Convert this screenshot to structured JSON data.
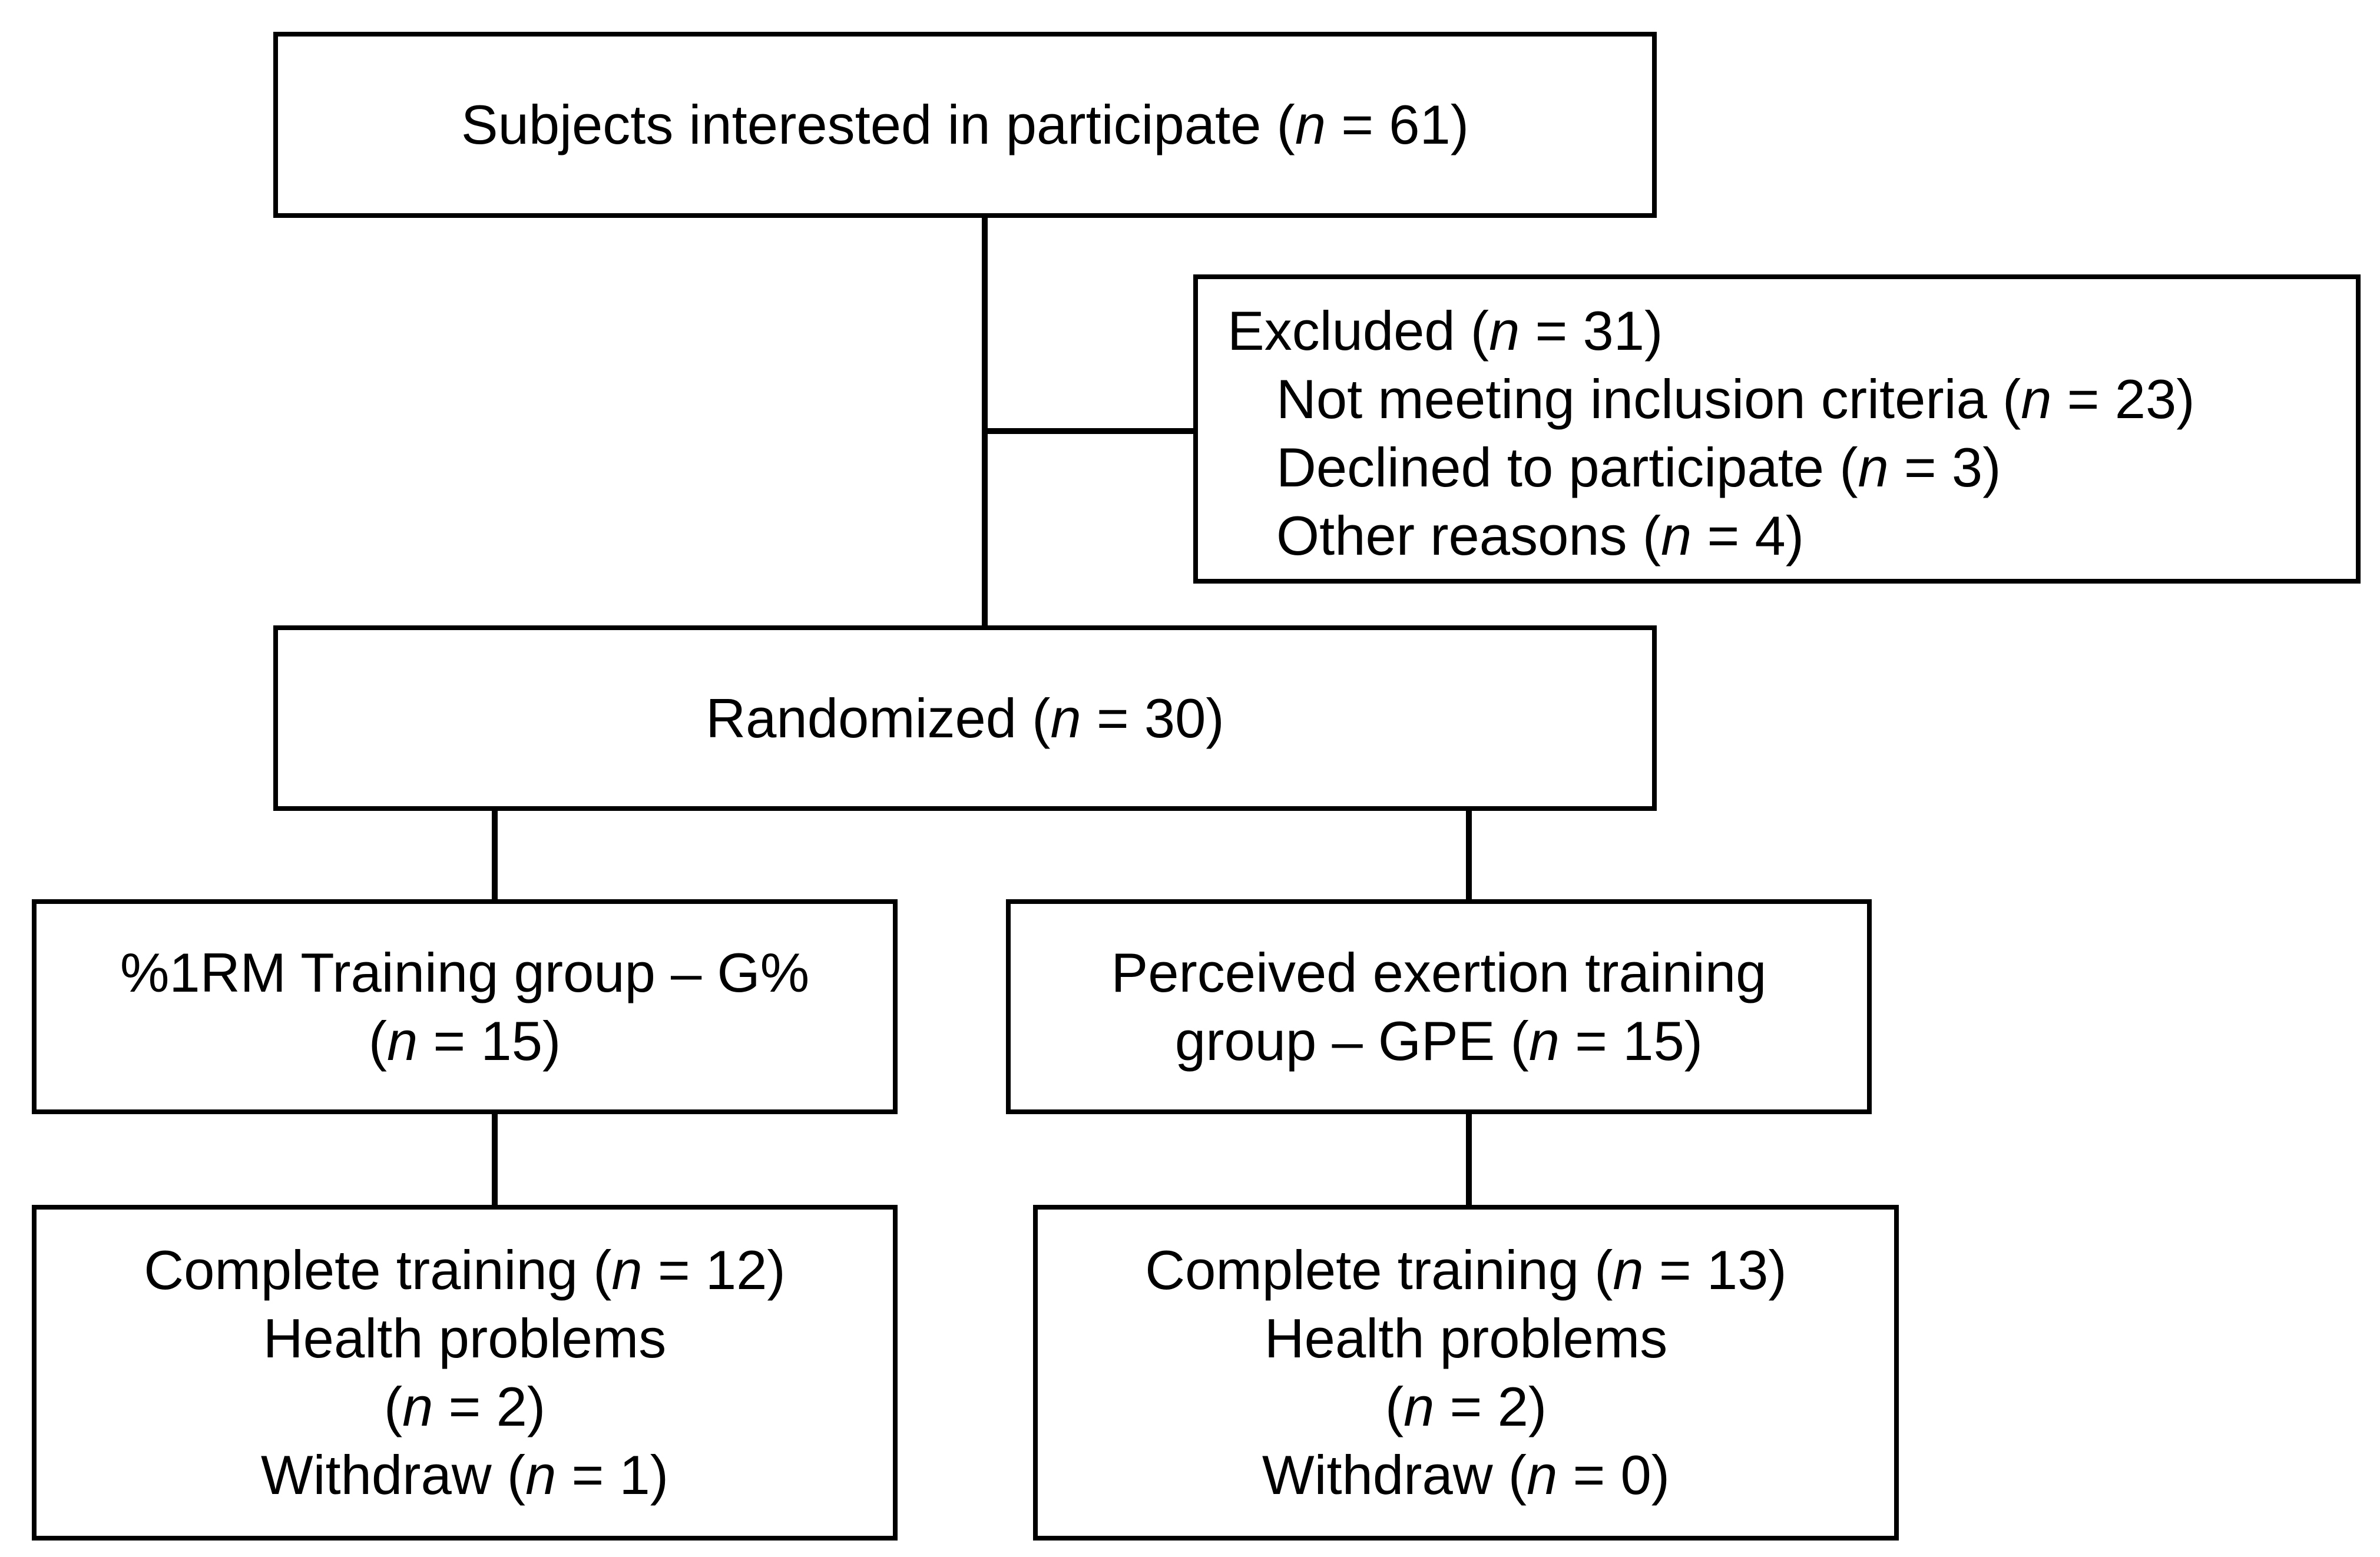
{
  "diagram": {
    "enrollment": {
      "text": "Subjects interested in participate (",
      "n": "n",
      "eq": " = 61)"
    },
    "excluded": {
      "title": {
        "text": "Excluded (",
        "n": "n",
        "eq": " = 31)"
      },
      "reasons": [
        {
          "text": "Not meeting inclusion criteria (",
          "n": "n",
          "eq": " = 23)"
        },
        {
          "text": "Declined to participate (",
          "n": "n",
          "eq": " = 3)"
        },
        {
          "text": "Other reasons (",
          "n": "n",
          "eq": " = 4)"
        }
      ]
    },
    "randomized": {
      "text": "Randomized (",
      "n": "n",
      "eq": " = 30)"
    },
    "groups": [
      {
        "line1": "%1RM Training group – G%",
        "line2_pre": "(",
        "n": "n",
        "line2_eq": " = 15)"
      },
      {
        "line1": "Perceived exertion training",
        "line2_pre": "group – GPE (",
        "n": "n",
        "line2_eq": " = 15)"
      }
    ],
    "outcomes": [
      {
        "complete": {
          "text": "Complete training (",
          "n": "n",
          "eq": " = 12)"
        },
        "health_label": "Health problems",
        "health": {
          "pre": "(",
          "n": "n",
          "eq": " = 2)"
        },
        "withdraw": {
          "text": "Withdraw (",
          "n": "n",
          "eq": " = 1)"
        }
      },
      {
        "complete": {
          "text": "Complete training (",
          "n": "n",
          "eq": " = 13)"
        },
        "health_label": "Health problems",
        "health": {
          "pre": "(",
          "n": "n",
          "eq": " = 2)"
        },
        "withdraw": {
          "text": "Withdraw (",
          "n": "n",
          "eq": " = 0)"
        }
      }
    ]
  }
}
